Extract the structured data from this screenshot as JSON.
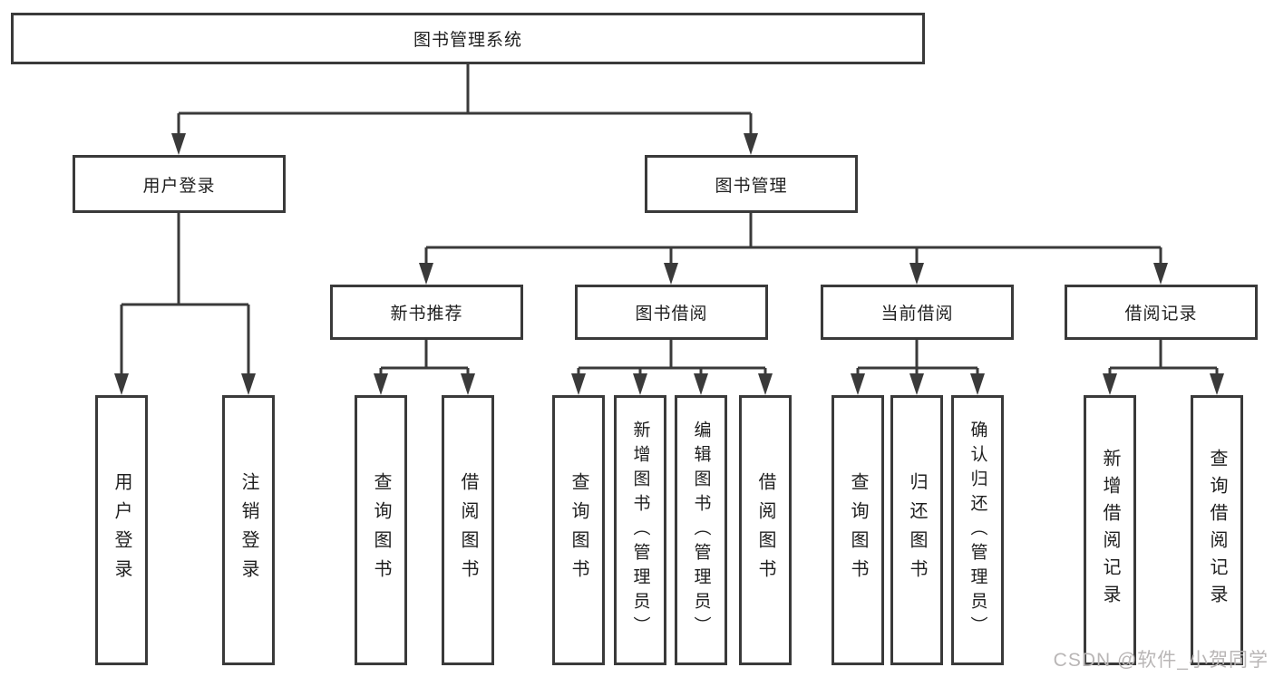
{
  "colors": {
    "line": "#3a3a3a",
    "text": "#1f1f1f",
    "box_background": "#ffffff",
    "page_background": "#ffffff",
    "watermark": "#b9b6b6"
  },
  "diagram": {
    "root": {
      "label": "图书管理系统"
    },
    "level2": [
      {
        "label": "用户登录"
      },
      {
        "label": "图书管理"
      }
    ],
    "level3": [
      {
        "label": "新书推荐",
        "parent": "图书管理"
      },
      {
        "label": "图书借阅",
        "parent": "图书管理"
      },
      {
        "label": "当前借阅",
        "parent": "图书管理"
      },
      {
        "label": "借阅记录",
        "parent": "图书管理"
      }
    ],
    "leaves": [
      {
        "label": "用户登录",
        "parent": "用户登录"
      },
      {
        "label": "注销登录",
        "parent": "用户登录"
      },
      {
        "label": "查询图书",
        "parent": "新书推荐"
      },
      {
        "label": "借阅图书",
        "parent": "新书推荐"
      },
      {
        "label": "查询图书",
        "parent": "图书借阅"
      },
      {
        "label": "新增图书（管理员）",
        "parent": "图书借阅"
      },
      {
        "label": "编辑图书（管理员）",
        "parent": "图书借阅"
      },
      {
        "label": "借阅图书",
        "parent": "图书借阅"
      },
      {
        "label": "查询图书",
        "parent": "当前借阅"
      },
      {
        "label": "归还图书",
        "parent": "当前借阅"
      },
      {
        "label": "确认归还（管理员）",
        "parent": "当前借阅"
      },
      {
        "label": "新增借阅记录",
        "parent": "借阅记录"
      },
      {
        "label": "查询借阅记录",
        "parent": "借阅记录"
      }
    ]
  },
  "watermark": {
    "text": "CSDN @软件_小贺同学"
  }
}
